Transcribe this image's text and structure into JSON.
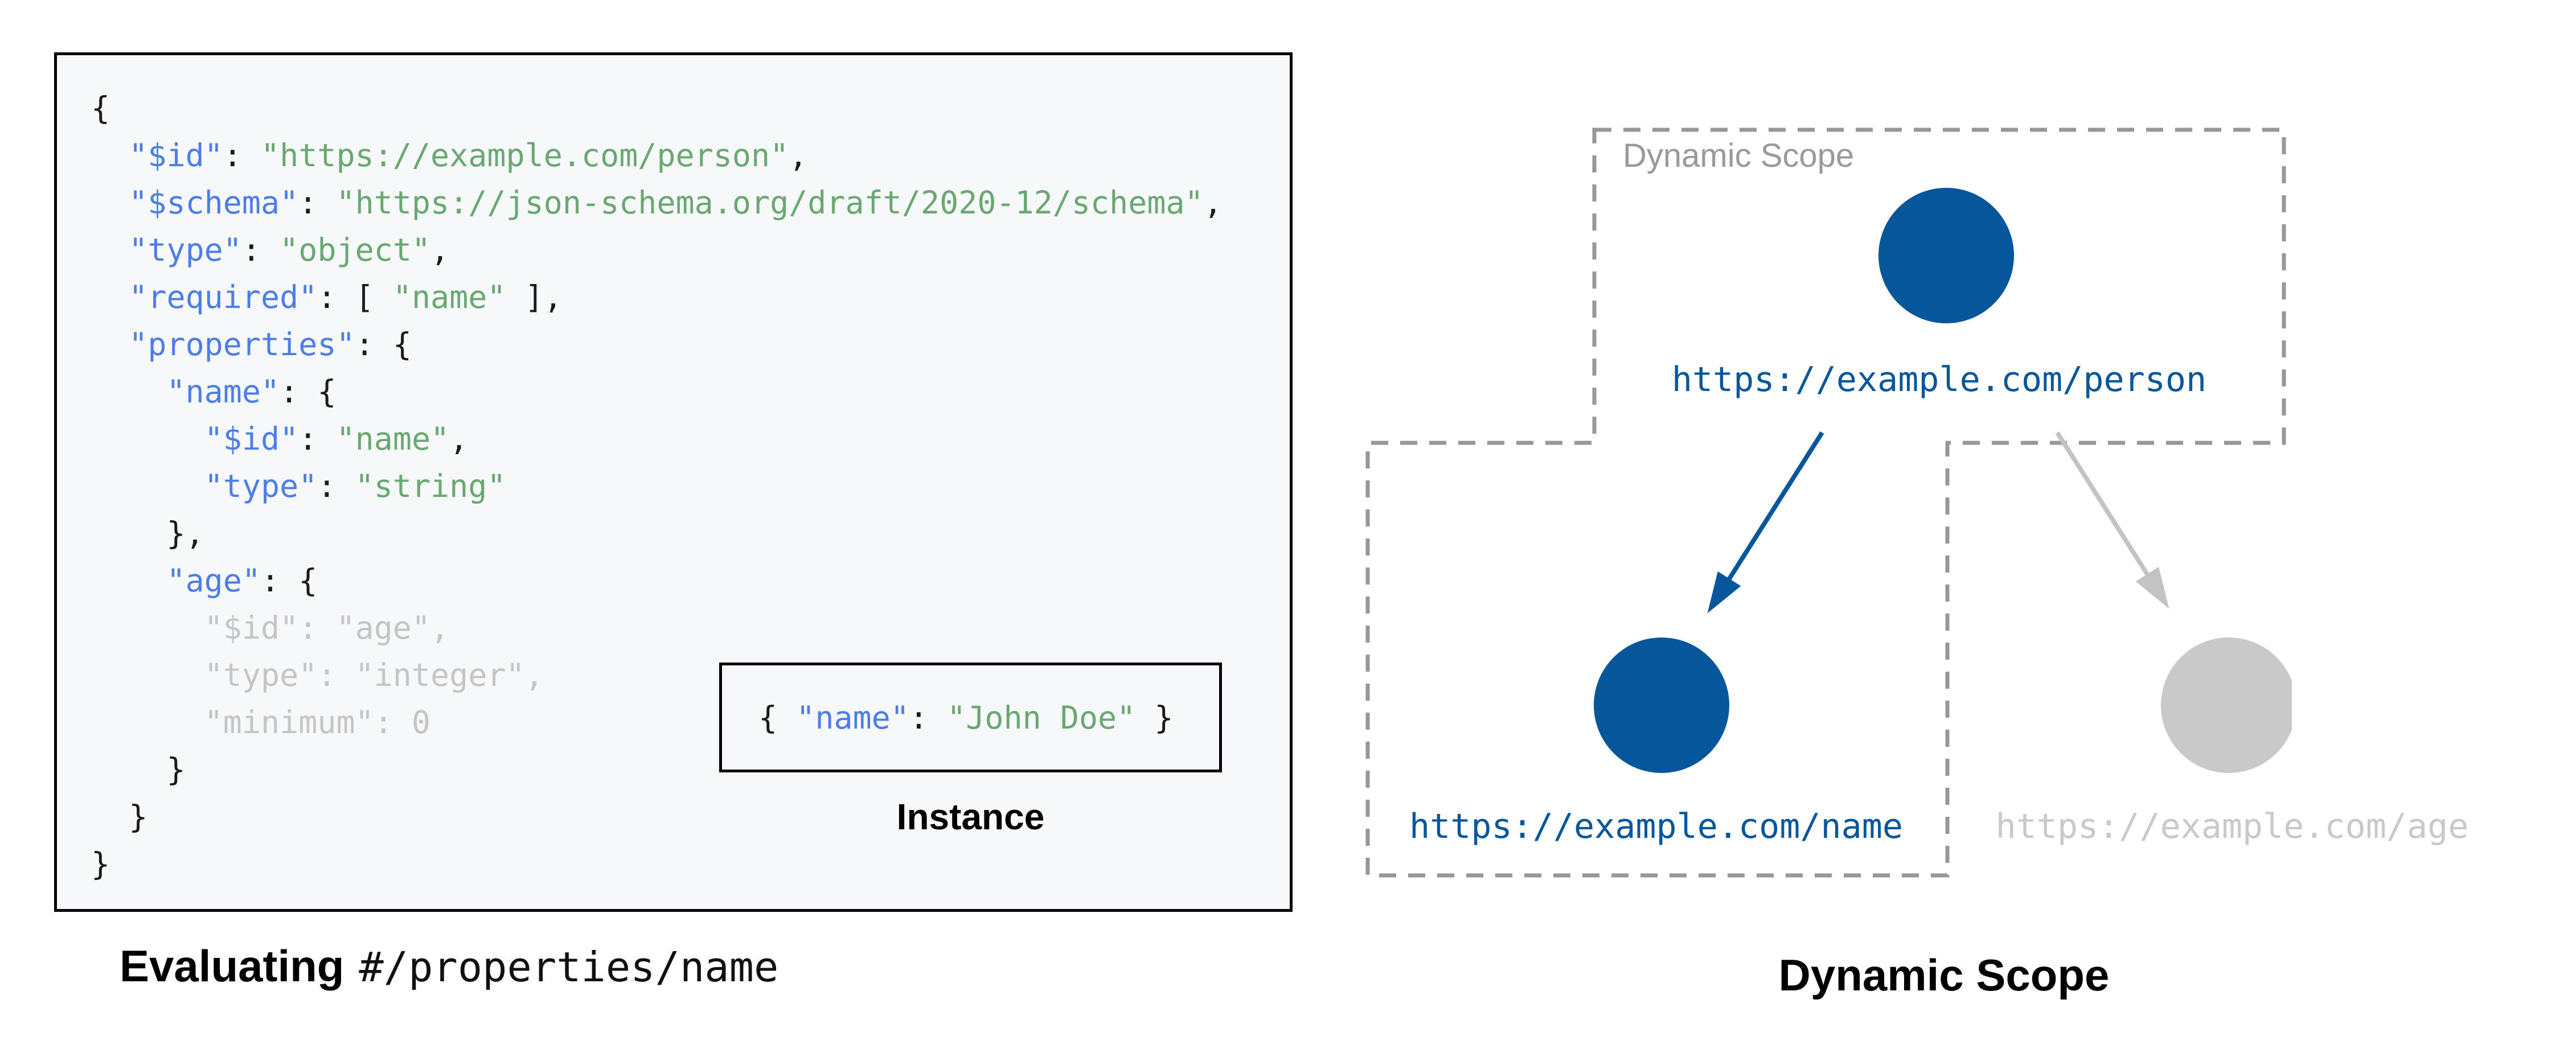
{
  "colors": {
    "node_active_blue": "#06569c",
    "node_inactive_gray": "#c9c9c9",
    "scope_border_gray": "#979797",
    "code_key_blue": "#4d7ee8",
    "code_string_green": "#69a871",
    "code_muted_gray": "#c5c5c6",
    "code_panel_background": "#f7f8f9",
    "panel_border_black": "#000000"
  },
  "schema_panel": {
    "code_lines": [
      [
        [
          "p",
          "{"
        ]
      ],
      [
        [
          "p",
          "  "
        ],
        [
          "k",
          "\"$id\""
        ],
        [
          "p",
          ": "
        ],
        [
          "s",
          "\"https://example.com/person\""
        ],
        [
          "p",
          ","
        ]
      ],
      [
        [
          "p",
          "  "
        ],
        [
          "k",
          "\"$schema\""
        ],
        [
          "p",
          ": "
        ],
        [
          "s",
          "\"https://json-schema.org/draft/2020-12/schema\""
        ],
        [
          "p",
          ","
        ]
      ],
      [
        [
          "p",
          "  "
        ],
        [
          "k",
          "\"type\""
        ],
        [
          "p",
          ": "
        ],
        [
          "s",
          "\"object\""
        ],
        [
          "p",
          ","
        ]
      ],
      [
        [
          "p",
          "  "
        ],
        [
          "k",
          "\"required\""
        ],
        [
          "p",
          ": [ "
        ],
        [
          "s",
          "\"name\""
        ],
        [
          "p",
          " ],"
        ]
      ],
      [
        [
          "p",
          "  "
        ],
        [
          "k",
          "\"properties\""
        ],
        [
          "p",
          ": {"
        ]
      ],
      [
        [
          "p",
          "    "
        ],
        [
          "k",
          "\"name\""
        ],
        [
          "p",
          ": {"
        ]
      ],
      [
        [
          "p",
          "      "
        ],
        [
          "k",
          "\"$id\""
        ],
        [
          "p",
          ": "
        ],
        [
          "s",
          "\"name\""
        ],
        [
          "p",
          ","
        ]
      ],
      [
        [
          "p",
          "      "
        ],
        [
          "k",
          "\"type\""
        ],
        [
          "p",
          ": "
        ],
        [
          "s",
          "\"string\""
        ]
      ],
      [
        [
          "p",
          "    },"
        ]
      ],
      [
        [
          "p",
          "    "
        ],
        [
          "k",
          "\"age\""
        ],
        [
          "p",
          ": {"
        ]
      ],
      [
        [
          "m",
          "      \"$id\": \"age\","
        ]
      ],
      [
        [
          "m",
          "      \"type\": \"integer\","
        ]
      ],
      [
        [
          "m",
          "      \"minimum\": 0"
        ]
      ],
      [
        [
          "p",
          "    }"
        ]
      ],
      [
        [
          "p",
          "  }"
        ]
      ],
      [
        [
          "p",
          "}"
        ]
      ]
    ],
    "instance": {
      "segments": [
        [
          "p",
          "{ "
        ],
        [
          "k",
          "\"name\""
        ],
        [
          "p",
          ": "
        ],
        [
          "s",
          "\"John Doe\""
        ],
        [
          "p",
          " }"
        ]
      ],
      "label": "Instance"
    },
    "caption": {
      "bold": "Evaluating",
      "pointer": "#/properties/name"
    }
  },
  "scope_diagram": {
    "region_label": "Dynamic Scope",
    "nodes": [
      {
        "id": "person",
        "url": "https://example.com/person",
        "state": "active"
      },
      {
        "id": "name",
        "url": "https://example.com/name",
        "state": "active"
      },
      {
        "id": "age",
        "url": "https://example.com/age",
        "state": "inactive"
      }
    ],
    "caption": "Dynamic Scope"
  }
}
